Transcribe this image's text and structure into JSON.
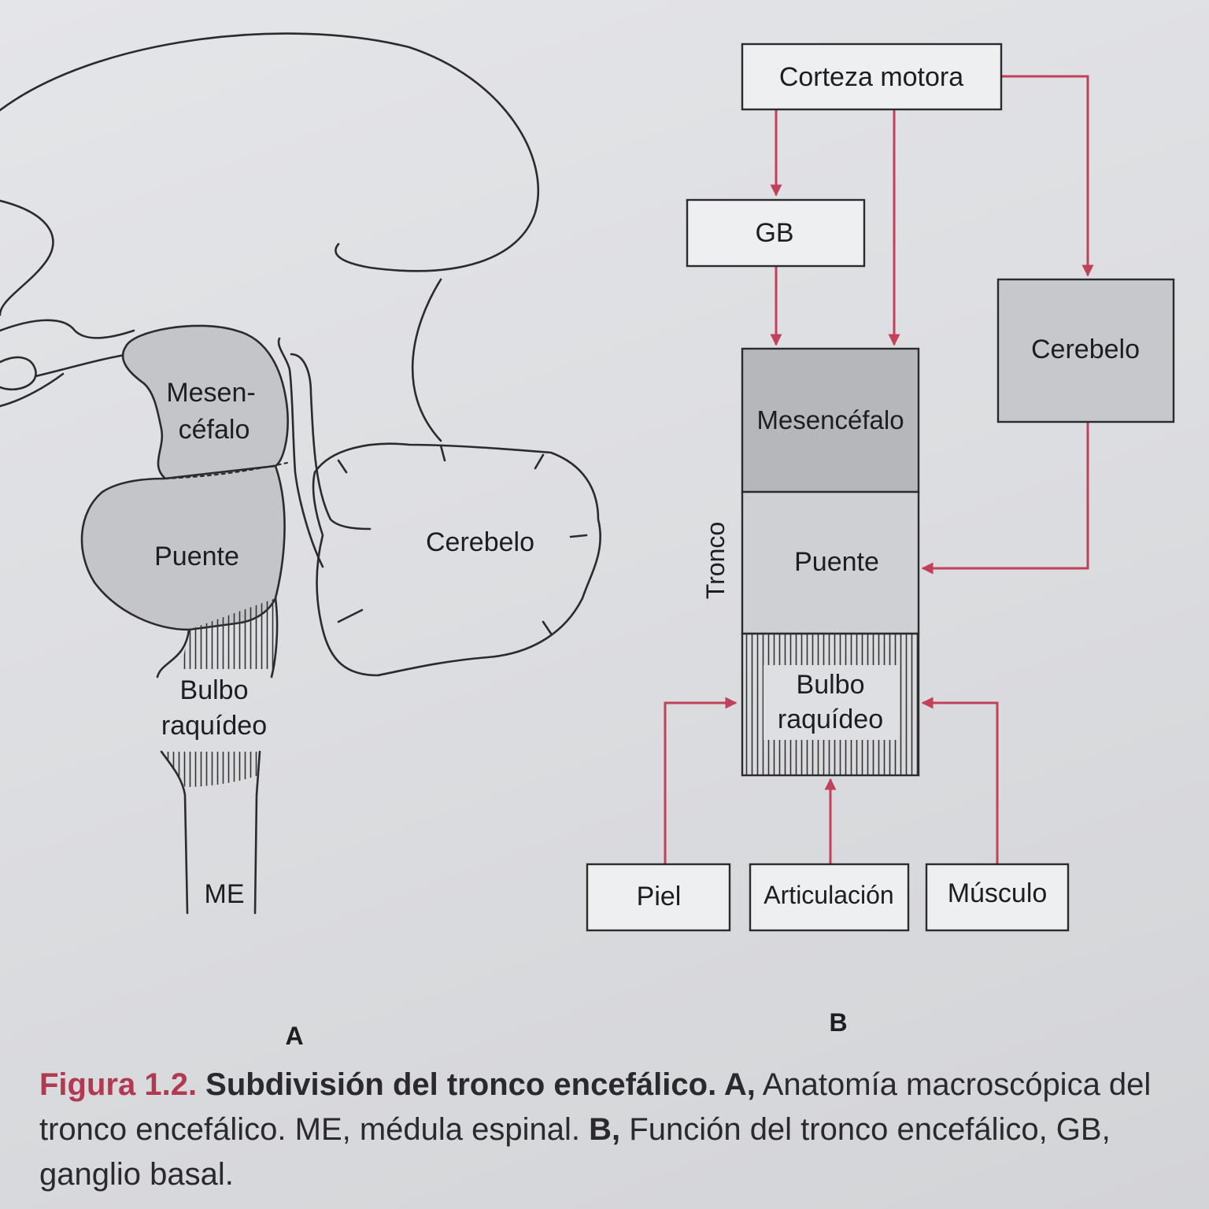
{
  "panel_a": {
    "label": "A",
    "regions": {
      "mesencefalo_line1": "Mesen-",
      "mesencefalo_line2": "céfalo",
      "puente": "Puente",
      "cerebelo": "Cerebelo",
      "bulbo_line1": "Bulbo",
      "bulbo_line2": "raquídeo",
      "me": "ME"
    }
  },
  "panel_b": {
    "label": "B",
    "nodes": {
      "corteza": "Corteza motora",
      "gb": "GB",
      "cerebelo": "Cerebelo",
      "mesencefalo": "Mesencéfalo",
      "puente": "Puente",
      "bulbo_line1": "Bulbo",
      "bulbo_line2": "raquídeo",
      "piel": "Piel",
      "articulacion": "Articulación",
      "musculo": "Músculo"
    },
    "tronco_label": "Tronco",
    "arrow_color": "#c2415a"
  },
  "caption": {
    "figure_number": "Figura 1.2.",
    "title": " Subdivisión del tronco encefálico.",
    "a_marker": " A,",
    "a_text": " Anatomía macroscópica del tronco encefálico. ME, médula espinal.",
    "b_marker": " B,",
    "b_text": " Función del tronco encefálico, GB, ganglio basal."
  }
}
